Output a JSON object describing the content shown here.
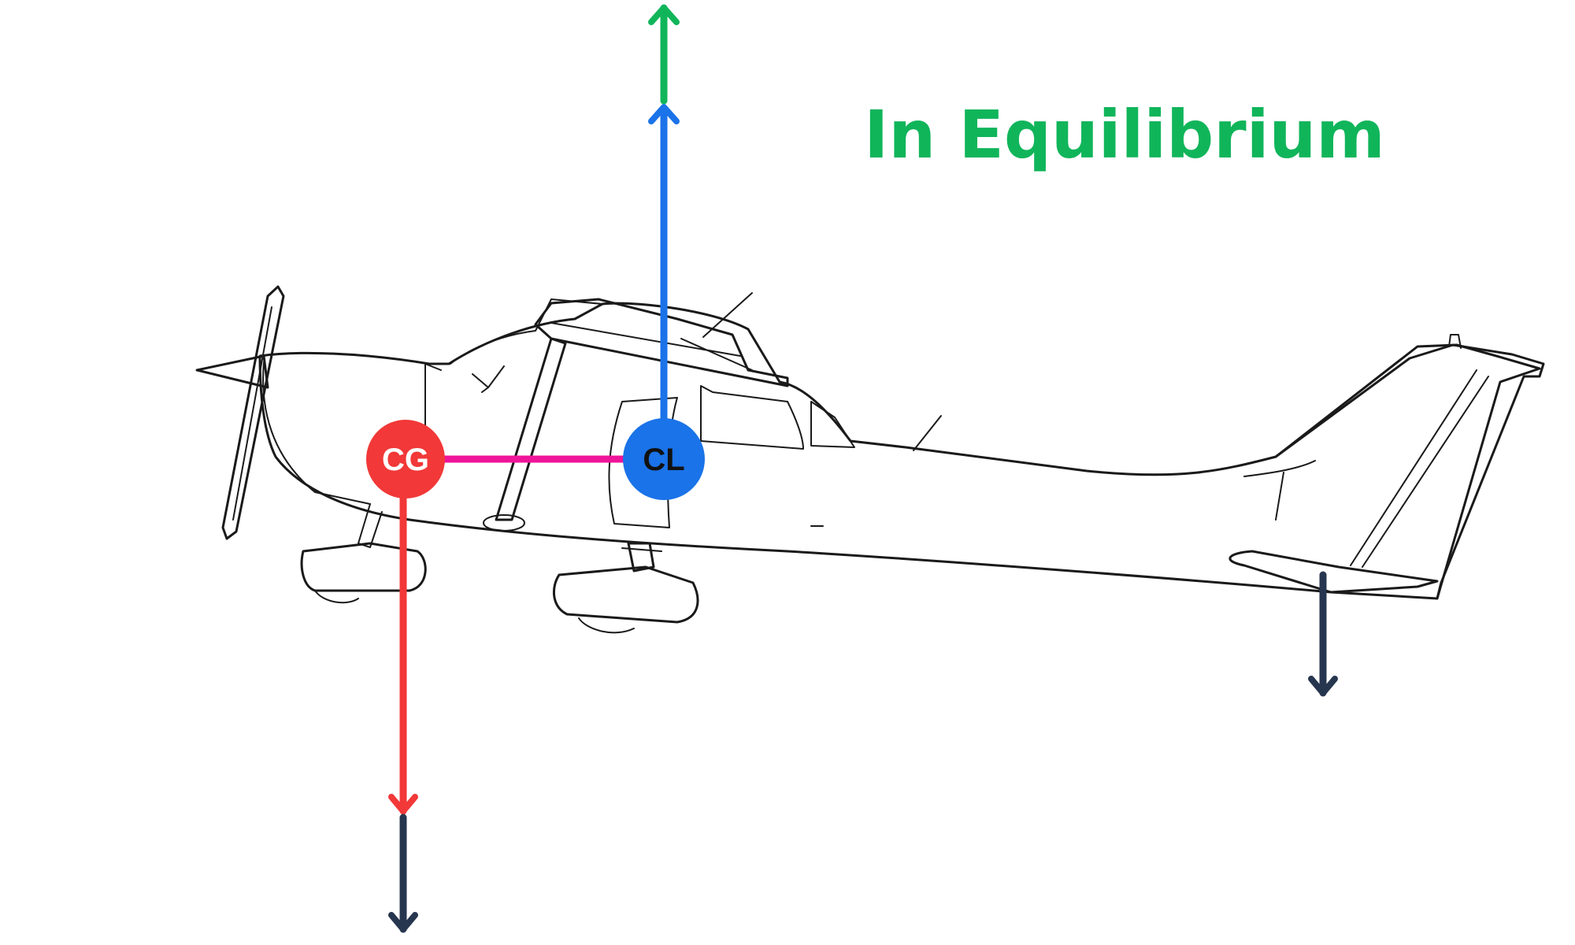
{
  "title": "In Equilibrium",
  "colors": {
    "title": "#10b55a",
    "cg": "#f23838",
    "cl": "#1a73e8",
    "moment_arm": "#f0149a",
    "lift_total": "#10b55a",
    "weight_extension": "#27364f",
    "tail_down_force": "#27364f",
    "cl_label": "#111111",
    "cg_label": "#ffffff"
  },
  "labels": {
    "cg": "CG",
    "cl": "CL"
  },
  "icons": {
    "aircraft": "high-wing-airplane-side-view",
    "arrow_head": "chevron-arrow-head"
  }
}
